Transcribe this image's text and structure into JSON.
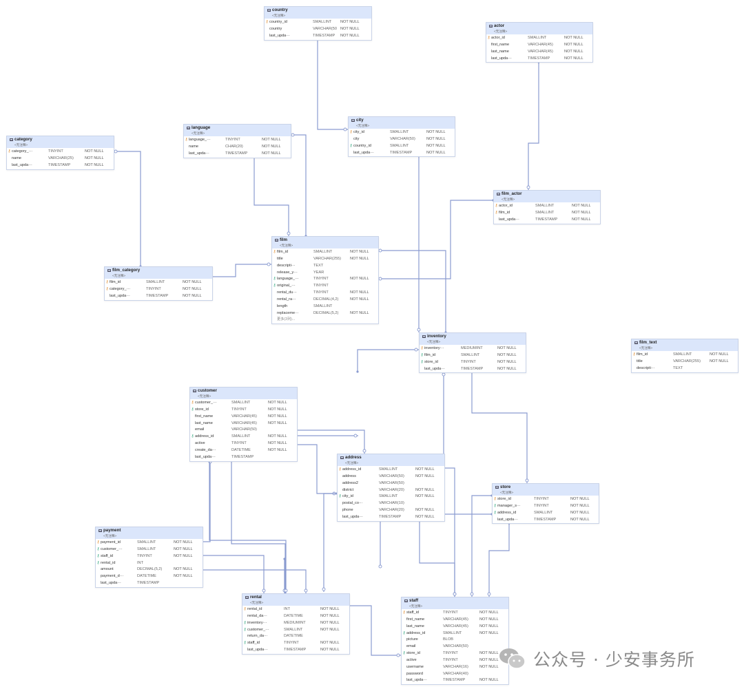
{
  "colors": {
    "canvas_bg": "#ffffff",
    "table_header": "#dbe6fb",
    "table_border": "#c9d3e8",
    "edge": "#8a9bd0",
    "primary_key_icon": "#e08a2a",
    "foreign_key_icon": "#2aa37a"
  },
  "icons": {
    "table": "table-icon",
    "primary_key": "key-icon",
    "foreign_key": "foreign-key-icon"
  },
  "tables": [
    {
      "id": "country",
      "name": "country",
      "comment": "<无注释>",
      "columns": [
        {
          "name": "country_id",
          "type": "SMALLINT",
          "nullable": "NOT NULL",
          "key": "pk"
        },
        {
          "name": "country",
          "type": "VARCHAR(50",
          "nullable": "NOT NULL",
          "key": ""
        },
        {
          "name": "last_upda···",
          "type": "TIMESTAMP",
          "nullable": "NOT NULL",
          "key": ""
        }
      ]
    },
    {
      "id": "actor",
      "name": "actor",
      "comment": "<无注释>",
      "columns": [
        {
          "name": "actor_id",
          "type": "SMALLINT",
          "nullable": "NOT NULL",
          "key": "pk"
        },
        {
          "name": "first_name",
          "type": "VARCHAR(45)",
          "nullable": "NOT NULL",
          "key": ""
        },
        {
          "name": "last_name",
          "type": "VARCHAR(45)",
          "nullable": "NOT NULL",
          "key": ""
        },
        {
          "name": "last_upda···",
          "type": "TIMESTAMP",
          "nullable": "NOT NULL",
          "key": ""
        }
      ]
    },
    {
      "id": "category",
      "name": "category",
      "comment": "<无注释>",
      "columns": [
        {
          "name": "category_···",
          "type": "TINYINT",
          "nullable": "NOT NULL",
          "key": "pk"
        },
        {
          "name": "name",
          "type": "VARCHAR(25)",
          "nullable": "NOT NULL",
          "key": ""
        },
        {
          "name": "last_upda···",
          "type": "TIMESTAMP",
          "nullable": "NOT NULL",
          "key": ""
        }
      ]
    },
    {
      "id": "language",
      "name": "language",
      "comment": "<无注释>",
      "columns": [
        {
          "name": "language_···",
          "type": "TINYINT",
          "nullable": "NOT NULL",
          "key": "pk"
        },
        {
          "name": "name",
          "type": "CHAR(20)",
          "nullable": "NOT NULL",
          "key": ""
        },
        {
          "name": "last_upda···",
          "type": "TIMESTAMP",
          "nullable": "NOT NULL",
          "key": ""
        }
      ]
    },
    {
      "id": "city",
      "name": "city",
      "comment": "<无注释>",
      "columns": [
        {
          "name": "city_id",
          "type": "SMALLINT",
          "nullable": "NOT NULL",
          "key": "pk"
        },
        {
          "name": "city",
          "type": "VARCHAR(50)",
          "nullable": "NOT NULL",
          "key": ""
        },
        {
          "name": "country_id",
          "type": "SMALLINT",
          "nullable": "NOT NULL",
          "key": "fk"
        },
        {
          "name": "last_upda···",
          "type": "TIMESTAMP",
          "nullable": "NOT NULL",
          "key": ""
        }
      ]
    },
    {
      "id": "film_actor",
      "name": "film_actor",
      "comment": "<无注释>",
      "columns": [
        {
          "name": "actor_id",
          "type": "SMALLINT",
          "nullable": "NOT NULL",
          "key": "pk"
        },
        {
          "name": "film_id",
          "type": "SMALLINT",
          "nullable": "NOT NULL",
          "key": "pk"
        },
        {
          "name": "last_upda···",
          "type": "TIMESTAMP",
          "nullable": "NOT NULL",
          "key": ""
        }
      ]
    },
    {
      "id": "film",
      "name": "film",
      "comment": "<无注释>",
      "more": "更多(3列)...",
      "columns": [
        {
          "name": "film_id",
          "type": "SMALLINT",
          "nullable": "NOT NULL",
          "key": "pk"
        },
        {
          "name": "title",
          "type": "VARCHAR(255)",
          "nullable": "NOT NULL",
          "key": ""
        },
        {
          "name": "descripti···",
          "type": "TEXT",
          "nullable": "",
          "key": ""
        },
        {
          "name": "release_y···",
          "type": "YEAR",
          "nullable": "",
          "key": ""
        },
        {
          "name": "language_···",
          "type": "TINYINT",
          "nullable": "NOT NULL",
          "key": "fk"
        },
        {
          "name": "original_···",
          "type": "TINYINT",
          "nullable": "",
          "key": "fk"
        },
        {
          "name": "rental_du···",
          "type": "TINYINT",
          "nullable": "NOT NULL",
          "key": ""
        },
        {
          "name": "rental_ra···",
          "type": "DECIMAL(4,2)",
          "nullable": "NOT NULL",
          "key": ""
        },
        {
          "name": "length",
          "type": "SMALLINT",
          "nullable": "",
          "key": ""
        },
        {
          "name": "replaceme···",
          "type": "DECIMAL(5,2)",
          "nullable": "NOT NULL",
          "key": ""
        }
      ]
    },
    {
      "id": "film_category",
      "name": "film_category",
      "comment": "<无注释>",
      "columns": [
        {
          "name": "film_id",
          "type": "SMALLINT",
          "nullable": "NOT NULL",
          "key": "pk"
        },
        {
          "name": "category_···",
          "type": "TINYINT",
          "nullable": "NOT NULL",
          "key": "pk"
        },
        {
          "name": "last_upda···",
          "type": "TIMESTAMP",
          "nullable": "NOT NULL",
          "key": ""
        }
      ]
    },
    {
      "id": "inventory",
      "name": "inventory",
      "comment": "<无注释>",
      "columns": [
        {
          "name": "inventory···",
          "type": "MEDIUMINT",
          "nullable": "NOT NULL",
          "key": "pk"
        },
        {
          "name": "film_id",
          "type": "SMALLINT",
          "nullable": "NOT NULL",
          "key": "fk"
        },
        {
          "name": "store_id",
          "type": "TINYINT",
          "nullable": "NOT NULL",
          "key": "fk"
        },
        {
          "name": "last_upda···",
          "type": "TIMESTAMP",
          "nullable": "NOT NULL",
          "key": ""
        }
      ]
    },
    {
      "id": "film_text",
      "name": "film_text",
      "comment": "<无注释>",
      "columns": [
        {
          "name": "film_id",
          "type": "SMALLINT",
          "nullable": "NOT NULL",
          "key": "pk"
        },
        {
          "name": "title",
          "type": "VARCHAR(255)",
          "nullable": "NOT NULL",
          "key": ""
        },
        {
          "name": "descripti···",
          "type": "TEXT",
          "nullable": "",
          "key": ""
        }
      ]
    },
    {
      "id": "customer",
      "name": "customer",
      "comment": "<无注释>",
      "columns": [
        {
          "name": "customer_···",
          "type": "SMALLINT",
          "nullable": "NOT NULL",
          "key": "pk"
        },
        {
          "name": "store_id",
          "type": "TINYINT",
          "nullable": "NOT NULL",
          "key": "fk"
        },
        {
          "name": "first_name",
          "type": "VARCHAR(45)",
          "nullable": "NOT NULL",
          "key": ""
        },
        {
          "name": "last_name",
          "type": "VARCHAR(45)",
          "nullable": "NOT NULL",
          "key": ""
        },
        {
          "name": "email",
          "type": "VARCHAR(50)",
          "nullable": "",
          "key": ""
        },
        {
          "name": "address_id",
          "type": "SMALLINT",
          "nullable": "NOT NULL",
          "key": "fk"
        },
        {
          "name": "active",
          "type": "TINYINT",
          "nullable": "NOT NULL",
          "key": ""
        },
        {
          "name": "create_da···",
          "type": "DATETIME",
          "nullable": "NOT NULL",
          "key": ""
        },
        {
          "name": "last_upda···",
          "type": "TIMESTAMP",
          "nullable": "",
          "key": ""
        }
      ]
    },
    {
      "id": "address",
      "name": "address",
      "comment": "<无注释>",
      "columns": [
        {
          "name": "address_id",
          "type": "SMALLINT",
          "nullable": "NOT NULL",
          "key": "pk"
        },
        {
          "name": "address",
          "type": "VARCHAR(50)",
          "nullable": "NOT NULL",
          "key": ""
        },
        {
          "name": "address2",
          "type": "VARCHAR(50)",
          "nullable": "",
          "key": ""
        },
        {
          "name": "district",
          "type": "VARCHAR(20)",
          "nullable": "NOT NULL",
          "key": ""
        },
        {
          "name": "city_id",
          "type": "SMALLINT",
          "nullable": "NOT NULL",
          "key": "fk"
        },
        {
          "name": "postal_co···",
          "type": "VARCHAR(10)",
          "nullable": "",
          "key": ""
        },
        {
          "name": "phone",
          "type": "VARCHAR(20)",
          "nullable": "NOT NULL",
          "key": ""
        },
        {
          "name": "last_upda···",
          "type": "TIMESTAMP",
          "nullable": "NOT NULL",
          "key": ""
        }
      ]
    },
    {
      "id": "store",
      "name": "store",
      "comment": "<无注释>",
      "columns": [
        {
          "name": "store_id",
          "type": "TINYINT",
          "nullable": "NOT NULL",
          "key": "pk"
        },
        {
          "name": "manager_s···",
          "type": "TINYINT",
          "nullable": "NOT NULL",
          "key": "fk"
        },
        {
          "name": "address_id",
          "type": "SMALLINT",
          "nullable": "NOT NULL",
          "key": "fk"
        },
        {
          "name": "last_upda···",
          "type": "TIMESTAMP",
          "nullable": "NOT NULL",
          "key": ""
        }
      ]
    },
    {
      "id": "payment",
      "name": "payment",
      "comment": "<无注释>",
      "columns": [
        {
          "name": "payment_id",
          "type": "SMALLINT",
          "nullable": "NOT NULL",
          "key": "pk"
        },
        {
          "name": "customer_···",
          "type": "SMALLINT",
          "nullable": "NOT NULL",
          "key": "fk"
        },
        {
          "name": "staff_id",
          "type": "TINYINT",
          "nullable": "NOT NULL",
          "key": "fk"
        },
        {
          "name": "rental_id",
          "type": "INT",
          "nullable": "",
          "key": "fk"
        },
        {
          "name": "amount",
          "type": "DECIMAL(5,2)",
          "nullable": "NOT NULL",
          "key": ""
        },
        {
          "name": "payment_d···",
          "type": "DATETIME",
          "nullable": "NOT NULL",
          "key": ""
        },
        {
          "name": "last_upda···",
          "type": "TIMESTAMP",
          "nullable": "",
          "key": ""
        }
      ]
    },
    {
      "id": "rental",
      "name": "rental",
      "comment": "<无注释>",
      "columns": [
        {
          "name": "rental_id",
          "type": "INT",
          "nullable": "NOT NULL",
          "key": "pk"
        },
        {
          "name": "rental_da···",
          "type": "DATETIME",
          "nullable": "NOT NULL",
          "key": ""
        },
        {
          "name": "inventory···",
          "type": "MEDIUMINT",
          "nullable": "NOT NULL",
          "key": "fk"
        },
        {
          "name": "customer_···",
          "type": "SMALLINT",
          "nullable": "NOT NULL",
          "key": "fk"
        },
        {
          "name": "return_da···",
          "type": "DATETIME",
          "nullable": "",
          "key": ""
        },
        {
          "name": "staff_id",
          "type": "TINYINT",
          "nullable": "NOT NULL",
          "key": "fk"
        },
        {
          "name": "last_upda···",
          "type": "TIMESTAMP",
          "nullable": "NOT NULL",
          "key": ""
        }
      ]
    },
    {
      "id": "staff",
      "name": "staff",
      "comment": "<无注释>",
      "columns": [
        {
          "name": "staff_id",
          "type": "TINYINT",
          "nullable": "NOT NULL",
          "key": "pk"
        },
        {
          "name": "first_name",
          "type": "VARCHAR(45)",
          "nullable": "NOT NULL",
          "key": ""
        },
        {
          "name": "last_name",
          "type": "VARCHAR(45)",
          "nullable": "NOT NULL",
          "key": ""
        },
        {
          "name": "address_id",
          "type": "SMALLINT",
          "nullable": "NOT NULL",
          "key": "fk"
        },
        {
          "name": "picture",
          "type": "BLOB",
          "nullable": "",
          "key": ""
        },
        {
          "name": "email",
          "type": "VARCHAR(50)",
          "nullable": "",
          "key": ""
        },
        {
          "name": "store_id",
          "type": "TINYINT",
          "nullable": "NOT NULL",
          "key": "fk"
        },
        {
          "name": "active",
          "type": "TINYINT",
          "nullable": "NOT NULL",
          "key": ""
        },
        {
          "name": "username",
          "type": "VARCHAR(16)",
          "nullable": "NOT NULL",
          "key": ""
        },
        {
          "name": "password",
          "type": "VARCHAR(40)",
          "nullable": "",
          "key": ""
        },
        {
          "name": "last_upda···",
          "type": "TIMESTAMP",
          "nullable": "NOT NULL",
          "key": ""
        }
      ]
    }
  ],
  "relationships": [
    {
      "from": "city",
      "to": "country"
    },
    {
      "from": "address",
      "to": "city"
    },
    {
      "from": "film_actor",
      "to": "actor"
    },
    {
      "from": "film_actor",
      "to": "film"
    },
    {
      "from": "film",
      "to": "language"
    },
    {
      "from": "film_category",
      "to": "category"
    },
    {
      "from": "film_category",
      "to": "film"
    },
    {
      "from": "inventory",
      "to": "film"
    },
    {
      "from": "inventory",
      "to": "store"
    },
    {
      "from": "customer",
      "to": "address"
    },
    {
      "from": "customer",
      "to": "store"
    },
    {
      "from": "store",
      "to": "address"
    },
    {
      "from": "store",
      "to": "staff"
    },
    {
      "from": "staff",
      "to": "address"
    },
    {
      "from": "staff",
      "to": "store"
    },
    {
      "from": "payment",
      "to": "customer"
    },
    {
      "from": "payment",
      "to": "staff"
    },
    {
      "from": "payment",
      "to": "rental"
    },
    {
      "from": "rental",
      "to": "customer"
    },
    {
      "from": "rental",
      "to": "inventory"
    },
    {
      "from": "rental",
      "to": "staff"
    }
  ],
  "watermark": {
    "text": "公众号 · 少安事务所",
    "logo_icon": "wechat-icon"
  }
}
